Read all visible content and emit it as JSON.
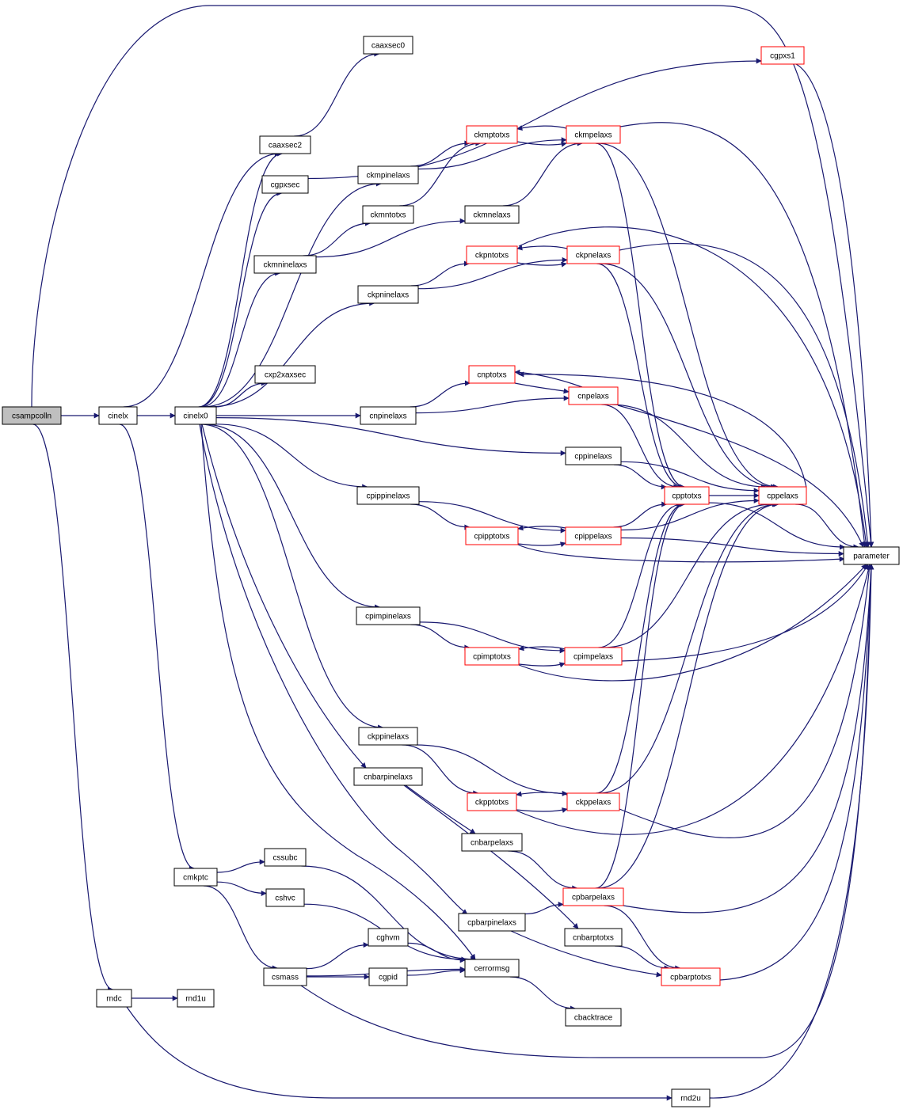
{
  "colors": {
    "edge": "#191970",
    "node_border": "#000000",
    "node_border_truncated": "#ff0000",
    "root_fill": "#bfbfbf",
    "node_fill": "#ffffff"
  },
  "nodes": [
    {
      "id": "csampcolln",
      "label": "csampcolln",
      "style": "root"
    },
    {
      "id": "cinelx",
      "label": "cinelx",
      "style": "normal"
    },
    {
      "id": "cinelx0",
      "label": "cinelx0",
      "style": "normal"
    },
    {
      "id": "caaxsec0",
      "label": "caaxsec0",
      "style": "normal"
    },
    {
      "id": "caaxsec2",
      "label": "caaxsec2",
      "style": "normal"
    },
    {
      "id": "cgpxs1",
      "label": "cgpxs1",
      "style": "truncated"
    },
    {
      "id": "cgpxsec",
      "label": "cgpxsec",
      "style": "normal"
    },
    {
      "id": "ckmptotxs",
      "label": "ckmptotxs",
      "style": "truncated"
    },
    {
      "id": "ckmpelaxs",
      "label": "ckmpelaxs",
      "style": "truncated"
    },
    {
      "id": "ckmpinelaxs",
      "label": "ckmpinelaxs",
      "style": "normal"
    },
    {
      "id": "ckmntotxs",
      "label": "ckmntotxs",
      "style": "normal"
    },
    {
      "id": "ckmnelaxs",
      "label": "ckmnelaxs",
      "style": "normal"
    },
    {
      "id": "ckmninelaxs",
      "label": "ckmninelaxs",
      "style": "normal"
    },
    {
      "id": "ckpntotxs",
      "label": "ckpntotxs",
      "style": "truncated"
    },
    {
      "id": "ckpnelaxs",
      "label": "ckpnelaxs",
      "style": "truncated"
    },
    {
      "id": "ckpninelaxs",
      "label": "ckpninelaxs",
      "style": "normal"
    },
    {
      "id": "cxp2xaxsec",
      "label": "cxp2xaxsec",
      "style": "normal"
    },
    {
      "id": "cnptotxs",
      "label": "cnptotxs",
      "style": "truncated"
    },
    {
      "id": "cnpelaxs",
      "label": "cnpelaxs",
      "style": "truncated"
    },
    {
      "id": "cnpinelaxs",
      "label": "cnpinelaxs",
      "style": "normal"
    },
    {
      "id": "cppinelaxs",
      "label": "cppinelaxs",
      "style": "normal"
    },
    {
      "id": "cpptotxs",
      "label": "cpptotxs",
      "style": "truncated"
    },
    {
      "id": "cppelaxs",
      "label": "cppelaxs",
      "style": "truncated"
    },
    {
      "id": "cpippinelaxs",
      "label": "cpippinelaxs",
      "style": "normal"
    },
    {
      "id": "cpipptotxs",
      "label": "cpipptotxs",
      "style": "truncated"
    },
    {
      "id": "cpippelaxs",
      "label": "cpippelaxs",
      "style": "truncated"
    },
    {
      "id": "parameter",
      "label": "parameter",
      "style": "normal"
    },
    {
      "id": "cpimpinelaxs",
      "label": "cpimpinelaxs",
      "style": "normal"
    },
    {
      "id": "cpimptotxs",
      "label": "cpimptotxs",
      "style": "truncated"
    },
    {
      "id": "cpimpelaxs",
      "label": "cpimpelaxs",
      "style": "truncated"
    },
    {
      "id": "ckppinelaxs",
      "label": "ckppinelaxs",
      "style": "normal"
    },
    {
      "id": "cnbarpinelaxs",
      "label": "cnbarpinelaxs",
      "style": "normal"
    },
    {
      "id": "ckpptotxs",
      "label": "ckpptotxs",
      "style": "truncated"
    },
    {
      "id": "ckppelaxs",
      "label": "ckppelaxs",
      "style": "truncated"
    },
    {
      "id": "cnbarpelaxs",
      "label": "cnbarpelaxs",
      "style": "normal"
    },
    {
      "id": "cssubc",
      "label": "cssubc",
      "style": "normal"
    },
    {
      "id": "cmkptc",
      "label": "cmkptc",
      "style": "normal"
    },
    {
      "id": "cshvc",
      "label": "cshvc",
      "style": "normal"
    },
    {
      "id": "cpbarpelaxs",
      "label": "cpbarpelaxs",
      "style": "truncated"
    },
    {
      "id": "cpbarpinelaxs",
      "label": "cpbarpinelaxs",
      "style": "normal"
    },
    {
      "id": "cnbarptotxs",
      "label": "cnbarptotxs",
      "style": "normal"
    },
    {
      "id": "cghvm",
      "label": "cghvm",
      "style": "normal"
    },
    {
      "id": "cerrormsg",
      "label": "cerrormsg",
      "style": "normal"
    },
    {
      "id": "cgpid",
      "label": "cgpid",
      "style": "normal"
    },
    {
      "id": "csmass",
      "label": "csmass",
      "style": "normal"
    },
    {
      "id": "cpbarptotxs",
      "label": "cpbarptotxs",
      "style": "truncated"
    },
    {
      "id": "cbacktrace",
      "label": "cbacktrace",
      "style": "normal"
    },
    {
      "id": "rndc",
      "label": "rndc",
      "style": "normal"
    },
    {
      "id": "rnd1u",
      "label": "rnd1u",
      "style": "normal"
    },
    {
      "id": "rnd2u",
      "label": "rnd2u",
      "style": "normal"
    }
  ],
  "edges": [
    [
      "csampcolln",
      "cinelx"
    ],
    [
      "csampcolln",
      "cgpxs1"
    ],
    [
      "csampcolln",
      "rndc"
    ],
    [
      "cinelx",
      "cinelx0"
    ],
    [
      "cinelx",
      "caaxsec2"
    ],
    [
      "cinelx",
      "cmkptc"
    ],
    [
      "cinelx0",
      "caaxsec2"
    ],
    [
      "cinelx0",
      "cgpxsec"
    ],
    [
      "cinelx0",
      "ckmpinelaxs"
    ],
    [
      "cinelx0",
      "ckmninelaxs"
    ],
    [
      "cinelx0",
      "ckpninelaxs"
    ],
    [
      "cinelx0",
      "cxp2xaxsec"
    ],
    [
      "cinelx0",
      "cnpinelaxs"
    ],
    [
      "cinelx0",
      "cppinelaxs"
    ],
    [
      "cinelx0",
      "cpippinelaxs"
    ],
    [
      "cinelx0",
      "cpimpinelaxs"
    ],
    [
      "cinelx0",
      "ckppinelaxs"
    ],
    [
      "cinelx0",
      "cnbarpinelaxs"
    ],
    [
      "cinelx0",
      "cpbarpinelaxs"
    ],
    [
      "cinelx0",
      "cerrormsg"
    ],
    [
      "caaxsec2",
      "caaxsec0"
    ],
    [
      "cgpxsec",
      "cgpxs1"
    ],
    [
      "cgpxs1",
      "parameter"
    ],
    [
      "ckmpinelaxs",
      "ckmptotxs"
    ],
    [
      "ckmpinelaxs",
      "ckmpelaxs"
    ],
    [
      "ckmptotxs",
      "ckmpelaxs"
    ],
    [
      "ckmpelaxs",
      "ckmptotxs"
    ],
    [
      "ckmpelaxs",
      "cpptotxs"
    ],
    [
      "ckmpelaxs",
      "cppelaxs"
    ],
    [
      "ckmpelaxs",
      "parameter"
    ],
    [
      "ckmninelaxs",
      "ckmntotxs"
    ],
    [
      "ckmninelaxs",
      "ckmnelaxs"
    ],
    [
      "ckmntotxs",
      "ckmptotxs"
    ],
    [
      "ckmnelaxs",
      "ckmpelaxs"
    ],
    [
      "ckpninelaxs",
      "ckpntotxs"
    ],
    [
      "ckpninelaxs",
      "ckpnelaxs"
    ],
    [
      "ckpntotxs",
      "ckpnelaxs"
    ],
    [
      "ckpnelaxs",
      "ckpntotxs"
    ],
    [
      "ckpnelaxs",
      "cpptotxs"
    ],
    [
      "ckpnelaxs",
      "cppelaxs"
    ],
    [
      "ckpnelaxs",
      "parameter"
    ],
    [
      "ckpntotxs",
      "parameter"
    ],
    [
      "cnpinelaxs",
      "cnptotxs"
    ],
    [
      "cnpinelaxs",
      "cnpelaxs"
    ],
    [
      "cnptotxs",
      "cnpelaxs"
    ],
    [
      "cnpelaxs",
      "cnptotxs"
    ],
    [
      "cnpelaxs",
      "cpptotxs"
    ],
    [
      "cnpelaxs",
      "cppelaxs"
    ],
    [
      "cnpelaxs",
      "parameter"
    ],
    [
      "cppelaxs",
      "cnptotxs"
    ],
    [
      "cppinelaxs",
      "cpptotxs"
    ],
    [
      "cppinelaxs",
      "cppelaxs"
    ],
    [
      "cpptotxs",
      "cppelaxs"
    ],
    [
      "cpptotxs",
      "parameter"
    ],
    [
      "cppelaxs",
      "parameter"
    ],
    [
      "cpippinelaxs",
      "cpipptotxs"
    ],
    [
      "cpippinelaxs",
      "cpippelaxs"
    ],
    [
      "cpipptotxs",
      "cpippelaxs"
    ],
    [
      "cpippelaxs",
      "cpipptotxs"
    ],
    [
      "cpippelaxs",
      "cpptotxs"
    ],
    [
      "cpippelaxs",
      "cppelaxs"
    ],
    [
      "cpippelaxs",
      "parameter"
    ],
    [
      "cpipptotxs",
      "parameter"
    ],
    [
      "cpimpinelaxs",
      "cpimptotxs"
    ],
    [
      "cpimpinelaxs",
      "cpimpelaxs"
    ],
    [
      "cpimptotxs",
      "cpimpelaxs"
    ],
    [
      "cpimpelaxs",
      "cpimptotxs"
    ],
    [
      "cpimpelaxs",
      "cpptotxs"
    ],
    [
      "cpimpelaxs",
      "cppelaxs"
    ],
    [
      "cpimpelaxs",
      "parameter"
    ],
    [
      "cpimptotxs",
      "parameter"
    ],
    [
      "ckppinelaxs",
      "ckpptotxs"
    ],
    [
      "ckppinelaxs",
      "ckppelaxs"
    ],
    [
      "ckpptotxs",
      "ckppelaxs"
    ],
    [
      "ckppelaxs",
      "ckpptotxs"
    ],
    [
      "ckppelaxs",
      "cpptotxs"
    ],
    [
      "ckppelaxs",
      "cppelaxs"
    ],
    [
      "ckppelaxs",
      "parameter"
    ],
    [
      "ckpptotxs",
      "parameter"
    ],
    [
      "cnbarpinelaxs",
      "cnbarpelaxs"
    ],
    [
      "cnbarpinelaxs",
      "cnbarptotxs"
    ],
    [
      "cnbarpelaxs",
      "cpbarpelaxs"
    ],
    [
      "cpbarpinelaxs",
      "cpbarpelaxs"
    ],
    [
      "cpbarpinelaxs",
      "cpbarptotxs"
    ],
    [
      "cpbarpelaxs",
      "cpptotxs"
    ],
    [
      "cpbarpelaxs",
      "cppelaxs"
    ],
    [
      "cpbarpelaxs",
      "cpbarptotxs"
    ],
    [
      "cpbarpelaxs",
      "parameter"
    ],
    [
      "cnbarptotxs",
      "cpbarptotxs"
    ],
    [
      "cpbarptotxs",
      "parameter"
    ],
    [
      "cmkptc",
      "cssubc"
    ],
    [
      "cmkptc",
      "cshvc"
    ],
    [
      "cmkptc",
      "csmass"
    ],
    [
      "cssubc",
      "cerrormsg"
    ],
    [
      "cshvc",
      "cerrormsg"
    ],
    [
      "csmass",
      "cghvm"
    ],
    [
      "csmass",
      "cgpid"
    ],
    [
      "csmass",
      "cerrormsg"
    ],
    [
      "csmass",
      "parameter"
    ],
    [
      "cghvm",
      "cerrormsg"
    ],
    [
      "cgpid",
      "cerrormsg"
    ],
    [
      "cerrormsg",
      "cbacktrace"
    ],
    [
      "rndc",
      "rnd1u"
    ],
    [
      "rndc",
      "rnd2u"
    ],
    [
      "rnd2u",
      "parameter"
    ]
  ]
}
